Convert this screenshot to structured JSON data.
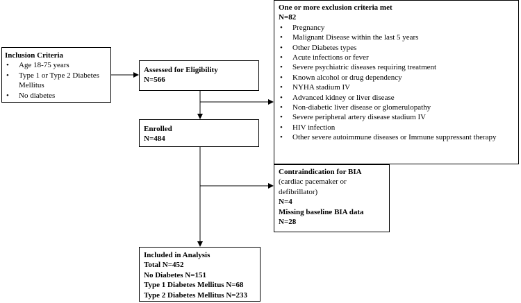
{
  "inclusion": {
    "title": "Inclusion Criteria",
    "items": [
      "Age 18-75 years",
      "Type 1 or Type 2 Diabetes Mellitus",
      "No diabetes"
    ]
  },
  "assessed": {
    "title": "Assessed for Eligibility",
    "count": "N=566"
  },
  "exclusion": {
    "title": "One or more exclusion criteria met",
    "count": "N=82",
    "items": [
      "Pregnancy",
      "Malignant Disease within the last 5 years",
      "Other Diabetes types",
      "Acute infections or fever",
      "Severe psychiatric diseases requiring treatment",
      "Known alcohol or drug dependency",
      "NYHA stadium IV",
      "Advanced kidney or liver disease",
      "Non-diabetic liver disease or glomerulopathy",
      "Severe peripheral artery disease stadium IV",
      "HIV infection",
      "Other severe autoimmune diseases or Immune suppressant therapy"
    ]
  },
  "enrolled": {
    "title": "Enrolled",
    "count": "N=484"
  },
  "bia": {
    "title": "Contraindication for BIA",
    "detail": "(cardiac pacemaker or defibrillator)",
    "count": "N=4",
    "missing_title": "Missing baseline BIA data",
    "missing_count": "N=28"
  },
  "analysis": {
    "title": "Included in Analysis",
    "lines": [
      "Total N=452",
      "No Diabetes N=151",
      "Type 1 Diabetes Mellitus N=68",
      "Type 2 Diabetes Mellitus N=233"
    ]
  }
}
